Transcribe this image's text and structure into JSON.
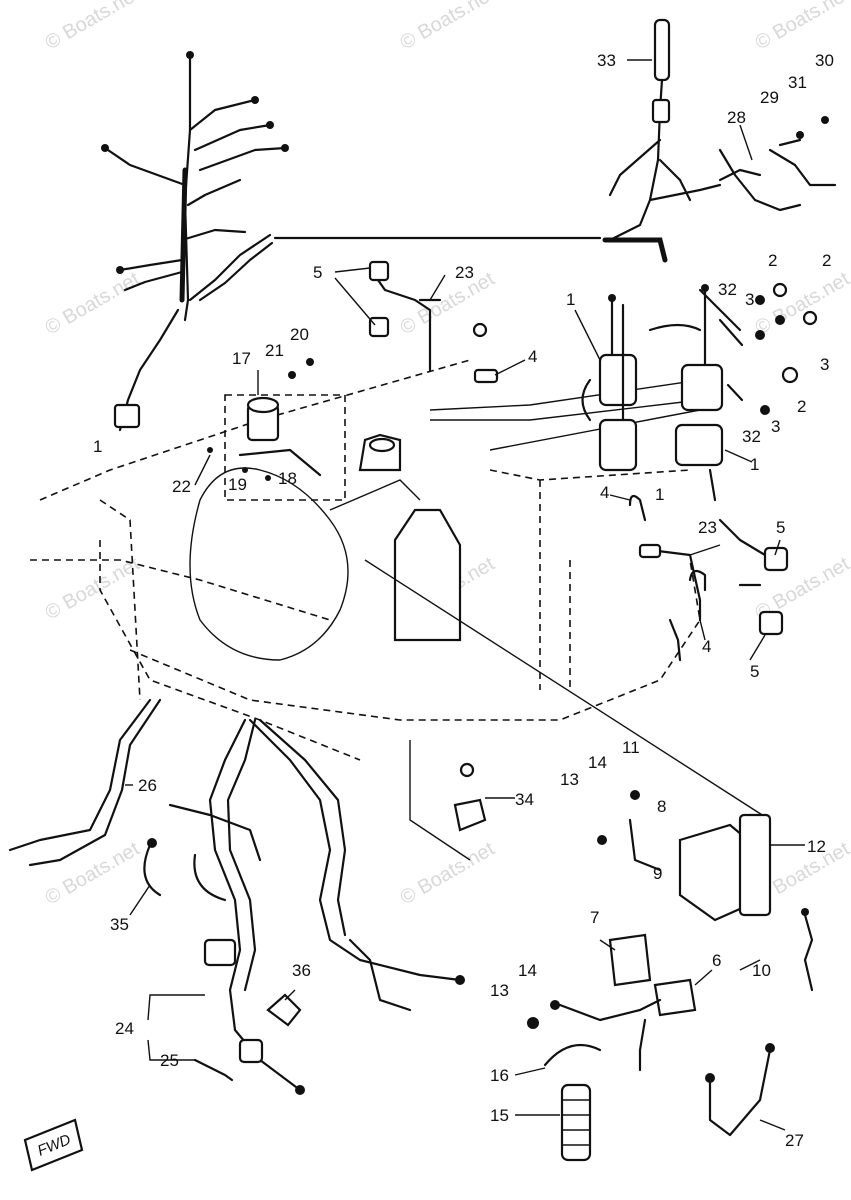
{
  "watermark": "© Boats.net",
  "fwd_label": "FWD",
  "callouts": {
    "c1a": "1",
    "c1b": "1",
    "c1c": "1",
    "c1d": "1",
    "c2a": "2",
    "c2b": "2",
    "c2c": "2",
    "c3a": "3",
    "c3b": "3",
    "c3c": "3",
    "c4a": "4",
    "c4b": "4",
    "c4c": "4",
    "c5a": "5",
    "c5b": "5",
    "c5c": "5",
    "c6": "6",
    "c7": "7",
    "c8": "8",
    "c9": "9",
    "c10": "10",
    "c11": "11",
    "c12": "12",
    "c13a": "13",
    "c13b": "13",
    "c14a": "14",
    "c14b": "14",
    "c15": "15",
    "c16": "16",
    "c17": "17",
    "c18": "18",
    "c19": "19",
    "c20": "20",
    "c21": "21",
    "c22": "22",
    "c23a": "23",
    "c23b": "23",
    "c24": "24",
    "c25": "25",
    "c26": "26",
    "c27": "27",
    "c28": "28",
    "c29": "29",
    "c30": "30",
    "c31": "31",
    "c32a": "32",
    "c32b": "32",
    "c33": "33",
    "c34": "34",
    "c35": "35",
    "c36": "36"
  }
}
